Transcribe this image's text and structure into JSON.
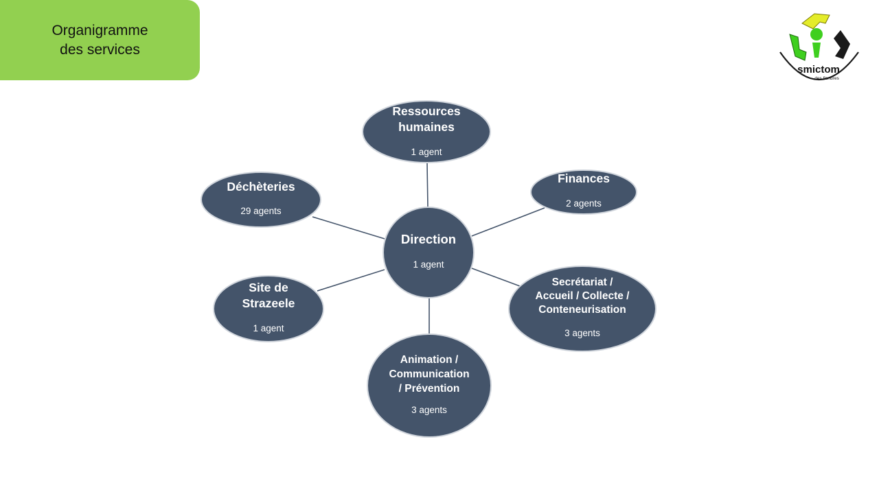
{
  "title": "Organigramme\ndes services",
  "logo": {
    "text": "smictom",
    "subtext": "des flandres",
    "colors": {
      "green": "#3fcf1f",
      "yellow": "#e4ec2a",
      "black": "#1a1a1a"
    }
  },
  "colors": {
    "title_bg": "#92d050",
    "node_fill": "#44546a",
    "node_text": "#ffffff"
  },
  "center": {
    "id": "direction",
    "name": [
      "Direction"
    ],
    "count": "1 agent"
  },
  "services": [
    {
      "id": "ressources-humaines",
      "name": [
        "Ressources",
        "humaines"
      ],
      "count": "1 agent"
    },
    {
      "id": "finances",
      "name": [
        "Finances"
      ],
      "count": "2 agents"
    },
    {
      "id": "secretariat",
      "name": [
        "Secrétariat /",
        "Accueil / Collecte /",
        "Conteneurisation"
      ],
      "count": "3 agents"
    },
    {
      "id": "animation",
      "name": [
        "Animation /",
        "Communication",
        "/ Prévention"
      ],
      "count": "3 agents"
    },
    {
      "id": "site-strazeele",
      "name": [
        "Site de",
        "Strazeele"
      ],
      "count": "1 agent"
    },
    {
      "id": "decheteries",
      "name": [
        "Déchèteries"
      ],
      "count": "29 agents"
    }
  ]
}
